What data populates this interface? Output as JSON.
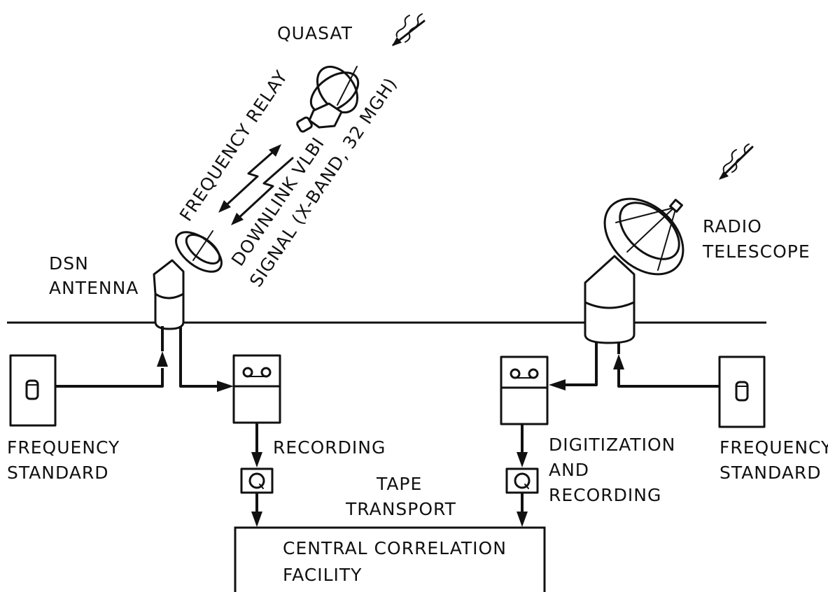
{
  "labels": {
    "quasat": "QUASAT",
    "frequency_relay": "FREQUENCY RELAY",
    "downlink_line1": "DOWNLINK VLBI",
    "downlink_line2": "SIGNAL (X-BAND, 32 MGH)",
    "dsn_line1": "DSN",
    "dsn_line2": "ANTENNA",
    "radio_line1": "RADIO",
    "radio_line2": "TELESCOPE",
    "freq_std_left_line1": "FREQUENCY",
    "freq_std_left_line2": "STANDARD",
    "freq_std_right_line1": "FREQUENCY",
    "freq_std_right_line2": "STANDARD",
    "recording": "RECORDING",
    "tape_line1": "TAPE",
    "tape_line2": "TRANSPORT",
    "digit_line1": "DIGITIZATION",
    "digit_line2": "AND",
    "digit_line3": "RECORDING",
    "central_line1": "CENTRAL CORRELATION",
    "central_line2": "FACILITY"
  },
  "icons": {
    "incoming_wave_satellite": "wavy-arrow-icon",
    "incoming_wave_telescope": "wavy-arrow-icon",
    "recorder_left": "tape-recorder-icon",
    "recorder_right": "tape-recorder-icon",
    "tape_left": "tape-reel-icon",
    "tape_right": "tape-reel-icon"
  }
}
